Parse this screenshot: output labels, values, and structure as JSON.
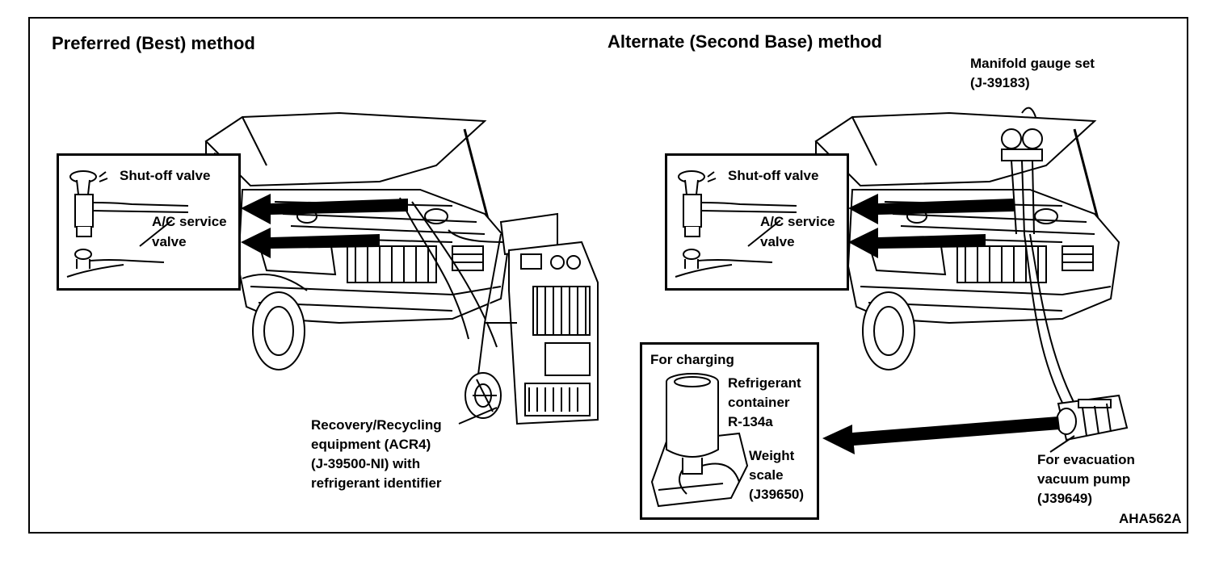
{
  "left_panel": {
    "heading": "Preferred (Best) method",
    "shutoff_label": "Shut-off valve",
    "ac_service_line1": "A/C service",
    "ac_service_line2": "valve",
    "equipment_lines": [
      "Recovery/Recycling",
      "equipment (ACR4)",
      "(J-39500-NI) with",
      "refrigerant identifier"
    ]
  },
  "right_panel": {
    "heading": "Alternate (Second Base) method",
    "manifold_line1": "Manifold gauge set",
    "manifold_line2": "(J-39183)",
    "shutoff_label": "Shut-off valve",
    "ac_service_line1": "A/C service",
    "ac_service_line2": "valve",
    "charging": {
      "title": "For charging",
      "container_lines": [
        "Refrigerant",
        "container",
        "R-134a"
      ],
      "scale_lines": [
        "Weight",
        "scale",
        "(J39650)"
      ]
    },
    "evacuation_lines": [
      "For evacuation",
      "vacuum pump",
      "(J39649)"
    ]
  },
  "figure_code": "AHA562A"
}
